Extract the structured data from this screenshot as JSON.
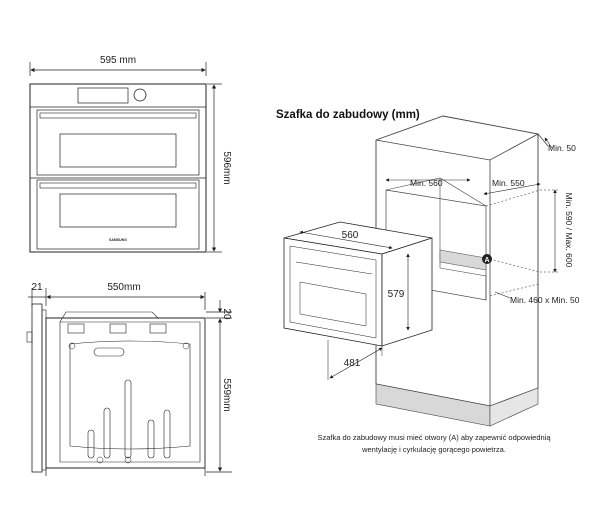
{
  "front_view": {
    "width_label": "595 mm",
    "height_label": "596mm",
    "brand_label": "SAMSUNG"
  },
  "side_view": {
    "front_thickness_label": "21",
    "depth_label": "550mm",
    "top_offset_label": "20",
    "height_label": "559mm"
  },
  "cabinet": {
    "title": "Szafka do zabudowy (mm)",
    "min_top_label": "Min. 50",
    "min_width_label": "Min. 560",
    "min_depth_label": "Min. 550",
    "height_range_label": "Min. 590 / Max. 600",
    "vent_marker": "A",
    "vent_size_label": "Min. 460 x Min. 50",
    "oven_width_label": "560",
    "oven_height_label": "579",
    "oven_depth_label": "481",
    "note_line1": "Szafka do zabudowy musi mieć otwory (A) aby zapewnić odpowiednią",
    "note_line2": "wentylację i cyrkulację gorącego powietrza."
  },
  "colors": {
    "line": "#222222",
    "cabinet_edge": "#444444",
    "shade": "#d8d8d8"
  }
}
